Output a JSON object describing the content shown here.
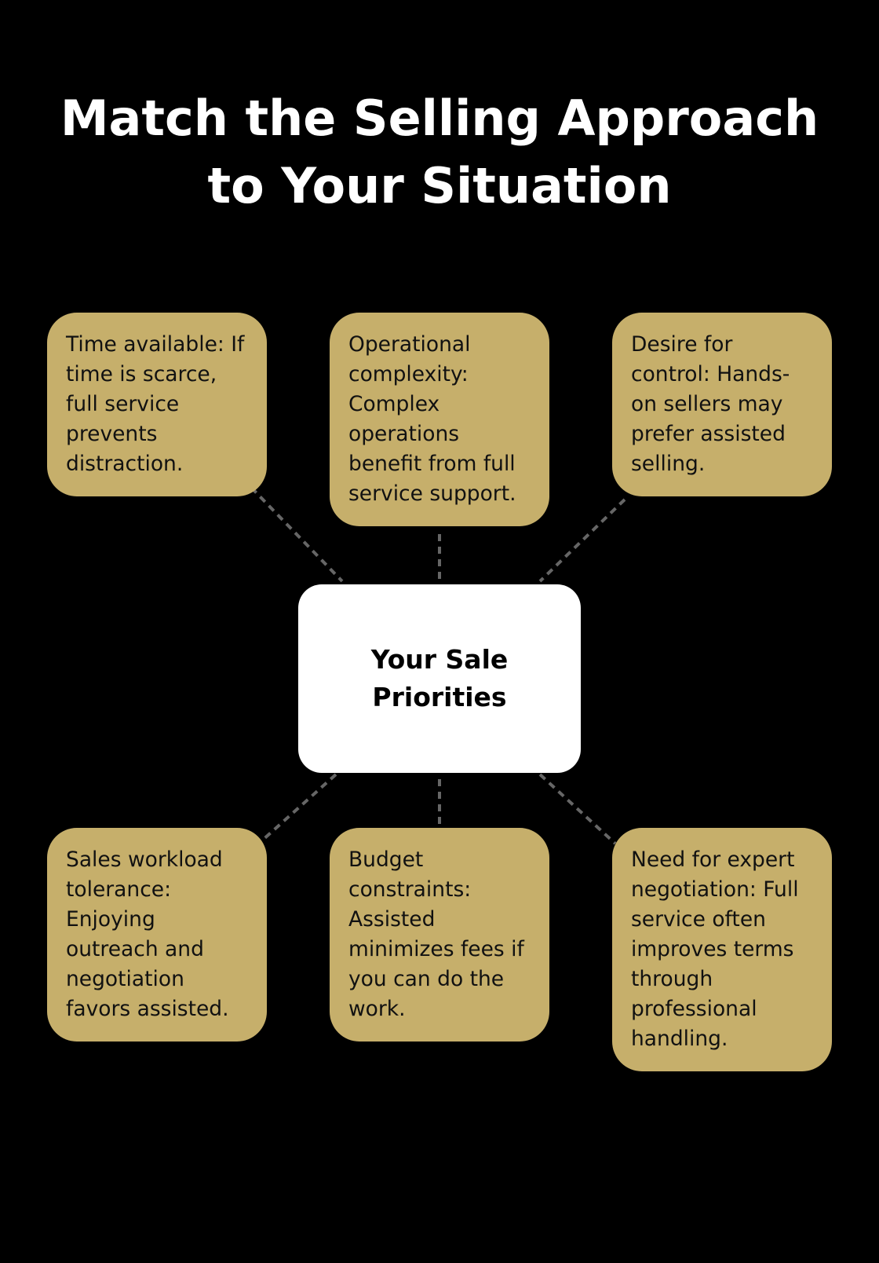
{
  "title": "Match the Selling Approach to Your Situation",
  "center": {
    "label": "Your Sale Priorities"
  },
  "factors": [
    "Time available: If time is scarce, full service prevents distraction.",
    "Operational complexity: Complex operations benefit from full service support.",
    "Desire for control: Hands-on sellers may prefer assisted selling.",
    "Sales workload tolerance: Enjoying outreach and negotiation favors assisted.",
    "Budget constraints: Assisted minimizes fees if you can do the work.",
    "Need for expert negotiation: Full service often improves terms through professional handling."
  ],
  "colors": {
    "background": "#000000",
    "card": "#c6af6b",
    "center": "#ffffff",
    "connector": "#666666"
  }
}
